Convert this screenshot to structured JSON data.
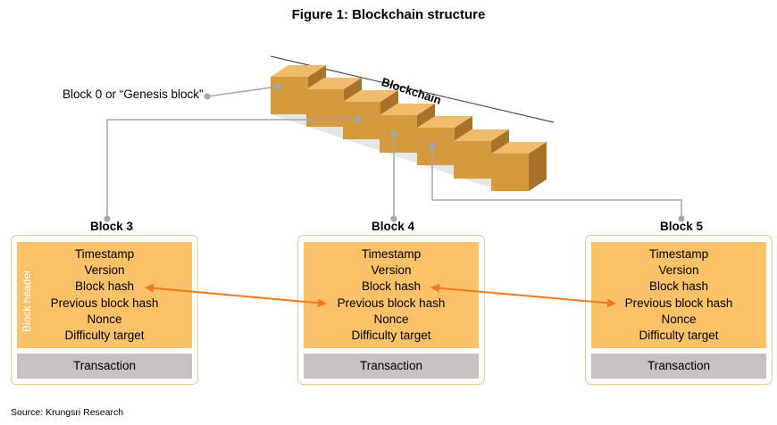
{
  "figure": {
    "title": "Figure 1: Blockchain structure",
    "chain_label": "Blockchain",
    "genesis_label": "Block 0 or “Genesis block”",
    "header_label": "Block header",
    "source": "Source: Krungsri Research"
  },
  "blocks": [
    {
      "title": "Block 3",
      "fields": [
        "Timestamp",
        "Version",
        "Block hash",
        "Previous block hash",
        "Nonce",
        "Difficulty target"
      ],
      "transaction": "Transaction"
    },
    {
      "title": "Block 4",
      "fields": [
        "Timestamp",
        "Version",
        "Block hash",
        "Previous block hash",
        "Nonce",
        "Difficulty target"
      ],
      "transaction": "Transaction"
    },
    {
      "title": "Block 5",
      "fields": [
        "Timestamp",
        "Version",
        "Block hash",
        "Previous block hash",
        "Nonce",
        "Difficulty target"
      ],
      "transaction": "Transaction"
    }
  ],
  "colors": {
    "block_header": "#fbc26a",
    "transaction": "#c8c1c1",
    "card_border": "#e8c79a",
    "arrow": "#f07a1a",
    "cube_front": "#d59a3d",
    "cube_top": "#eebc6b",
    "cube_side": "#a9722a",
    "connector": "#a6a6a6"
  }
}
